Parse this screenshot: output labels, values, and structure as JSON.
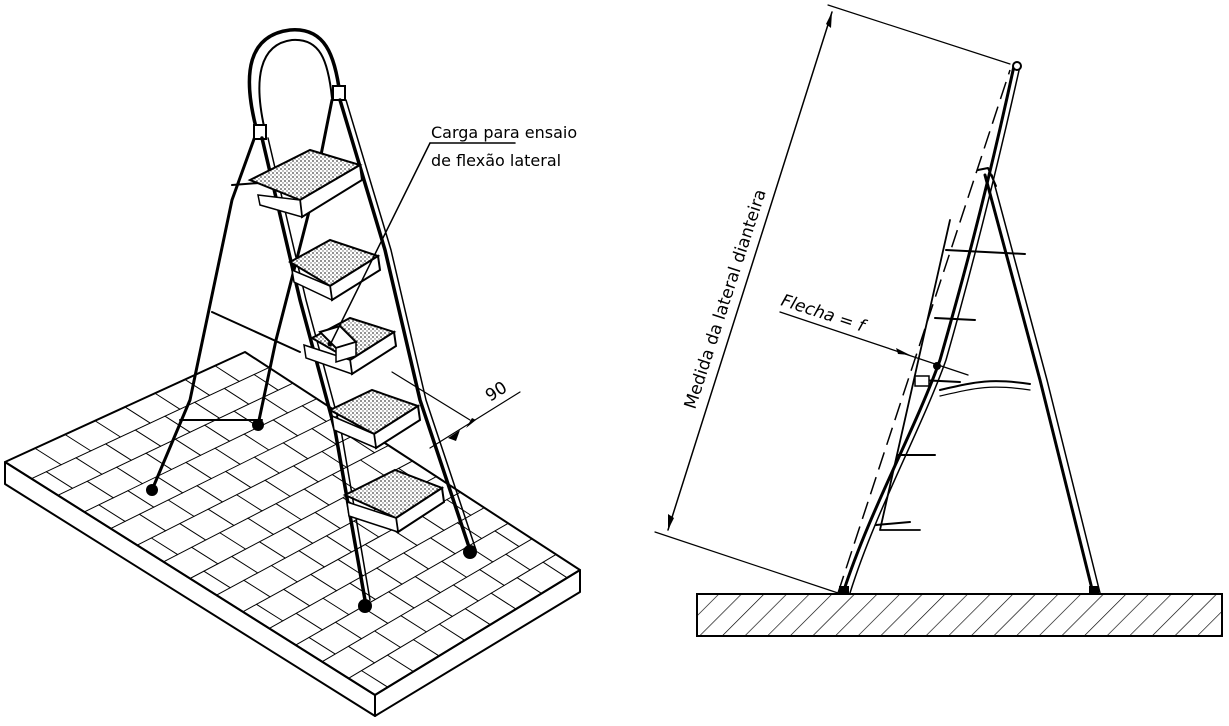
{
  "left_figure": {
    "label_line1": "Carga para ensaio",
    "label_line2": "de flexão lateral",
    "dimension": "90"
  },
  "right_figure": {
    "height_label": "Medida da lateral dianteira",
    "deflection_label": "Flecha = f"
  },
  "colors": {
    "ink": "#000000",
    "paper": "#ffffff",
    "tread_fill": "#9a9a9a"
  }
}
